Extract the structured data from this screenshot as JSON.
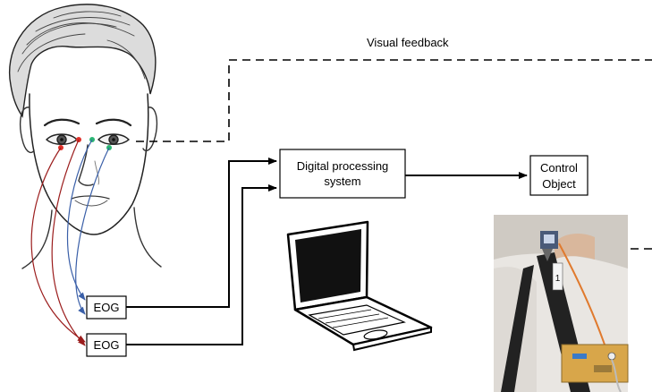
{
  "labels": {
    "visual_feedback": "Visual feedback",
    "processing_line1": "Digital processing",
    "processing_line2": "system",
    "control_line1": "Control",
    "control_line2": "Object",
    "eog_top": "EOG",
    "eog_bottom": "EOG"
  },
  "photo_tag_text": "1",
  "colors": {
    "line_black": "#000000",
    "electrode_red": "#e0302a",
    "electrode_green": "#2bb673",
    "wire_red": "#9b1c1c",
    "wire_blue": "#3a5fa8",
    "laptop_screen": "#111111",
    "photo_shirt": "#e9e6e2",
    "photo_background": "#cfcac3",
    "photo_strap": "#222222",
    "photo_cable": "#e07a2e",
    "photo_board": "#d8a64a"
  },
  "icons": [
    "face-sketch",
    "laptop-icon",
    "mounted-device-photo"
  ]
}
